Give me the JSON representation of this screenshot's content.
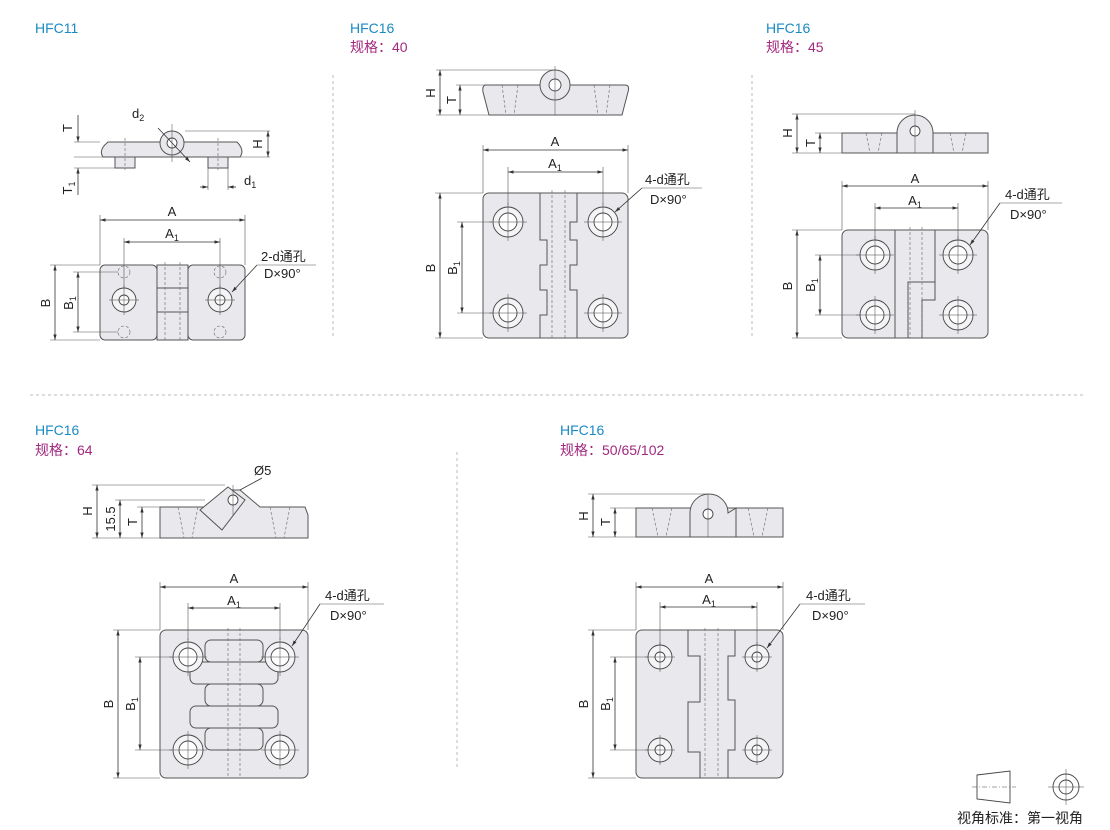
{
  "panels": [
    {
      "title": "HFC11",
      "callout": "2-d通孔",
      "callout2": "D×90°",
      "dims": {
        "A": "A",
        "A1": "A",
        "B": "B",
        "B1": "B",
        "H": "H",
        "T": "T",
        "T1": "T",
        "d1": "d",
        "d2": "d",
        "sub1": "1",
        "sub2": "2"
      }
    },
    {
      "title": "HFC16",
      "spec": "规格：40",
      "callout": "4-d通孔",
      "callout2": "D×90°"
    },
    {
      "title": "HFC16",
      "spec": "规格：45",
      "callout": "4-d通孔",
      "callout2": "D×90°"
    },
    {
      "title": "HFC16",
      "spec": "规格：64",
      "callout": "4-d通孔",
      "callout2": "D×90°",
      "extra": {
        "dia": "Ø5",
        "h155": "15.5"
      }
    },
    {
      "title": "HFC16",
      "spec": "规格：50/65/102",
      "callout": "4-d通孔",
      "callout2": "D×90°"
    }
  ],
  "dim_labels": {
    "A": "A",
    "B": "B",
    "H": "H",
    "T": "T",
    "sub": "1"
  },
  "legend": {
    "text": "视角标准：第一视角"
  },
  "colors": {
    "title": "#1b8ac4",
    "spec": "#a2287f",
    "part": "#e9e9ed"
  }
}
